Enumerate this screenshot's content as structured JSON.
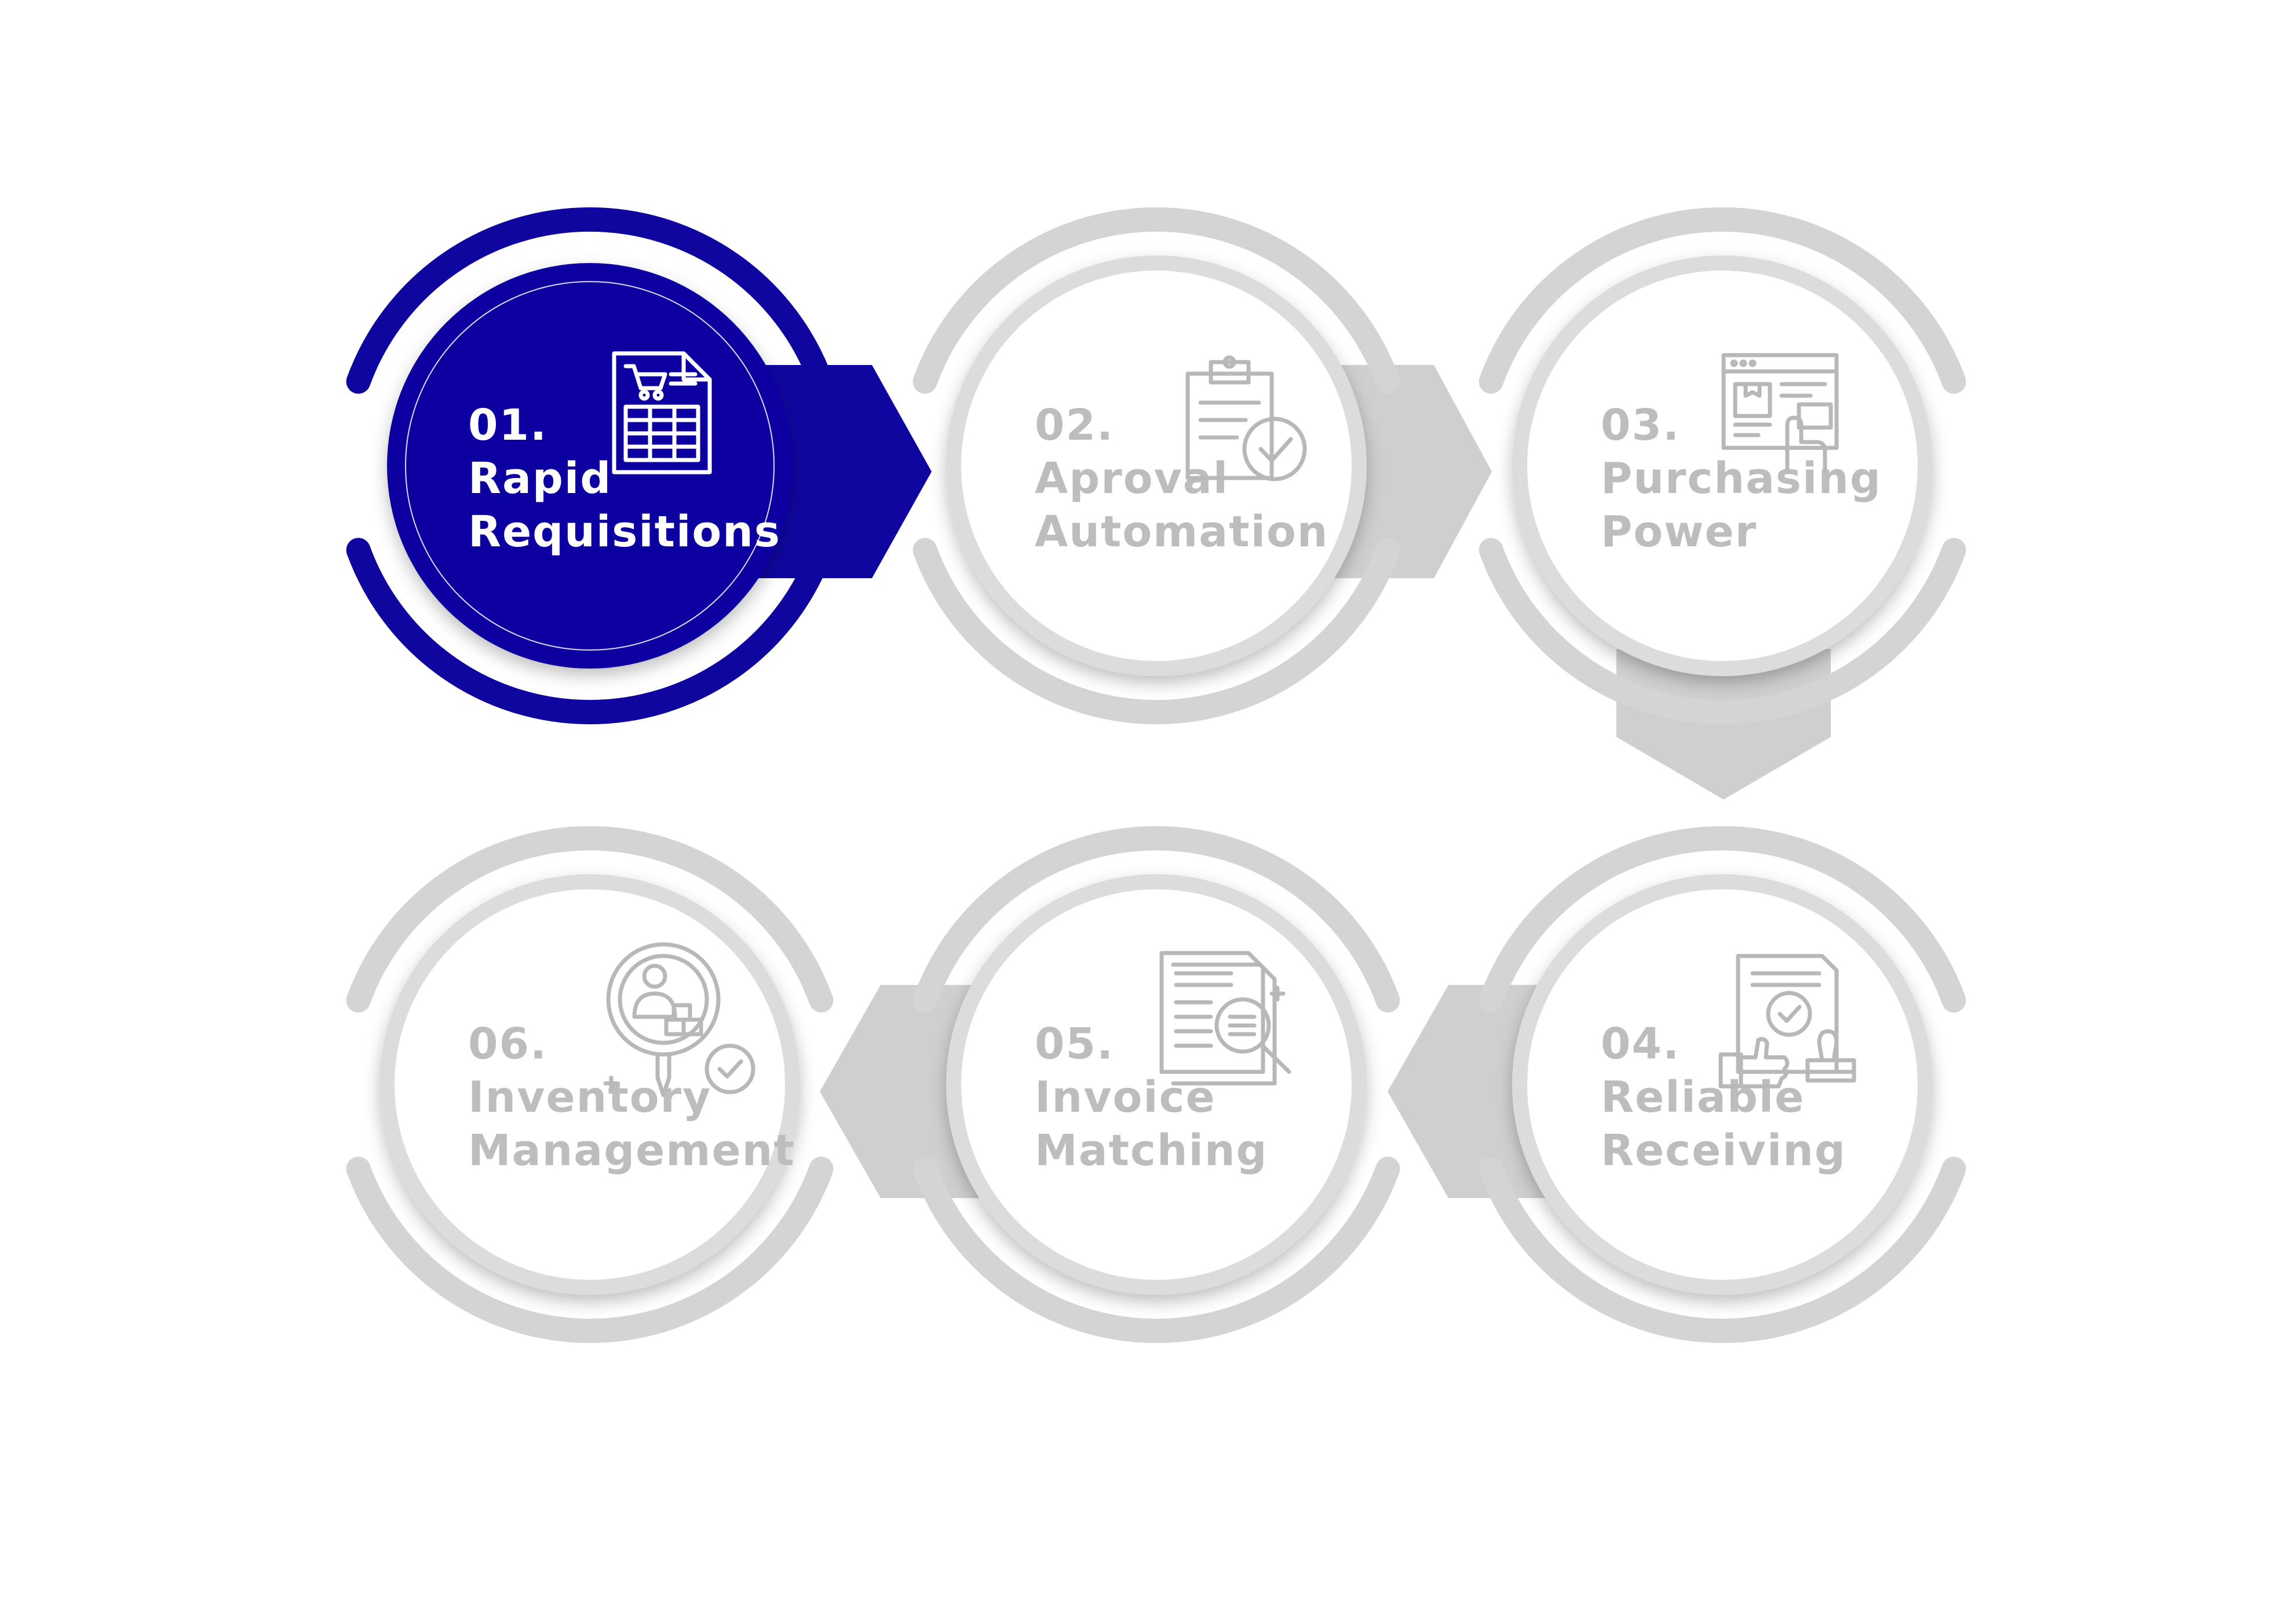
{
  "colors": {
    "active": "#0f06a0",
    "inactive_ring": "#d4d4d4",
    "inactive_arrow": "#cfcfcf",
    "circle_fill": "#ffffff",
    "inactive_text": "#bdbdbd",
    "active_text": "#ffffff"
  },
  "steps": [
    {
      "number": "01.",
      "title_line1": "Rapid",
      "title_line2": "Requisitions",
      "icon": "spreadsheet-cart-icon",
      "active": true
    },
    {
      "number": "02.",
      "title_line1": "Aproval",
      "title_line2": "Automation",
      "icon": "clipboard-check-icon",
      "active": false
    },
    {
      "number": "03.",
      "title_line1": "Purchasing",
      "title_line2": "Power",
      "icon": "browser-touch-icon",
      "active": false
    },
    {
      "number": "04.",
      "title_line1": "Reliable",
      "title_line2": "Receiving",
      "icon": "document-stamp-icon",
      "active": false
    },
    {
      "number": "05.",
      "title_line1": "Invoice",
      "title_line2": "Matching",
      "icon": "document-search-icon",
      "active": false
    },
    {
      "number": "06.",
      "title_line1": "Inventory",
      "title_line2": "Management",
      "icon": "magnifier-person-icon",
      "active": false
    }
  ]
}
